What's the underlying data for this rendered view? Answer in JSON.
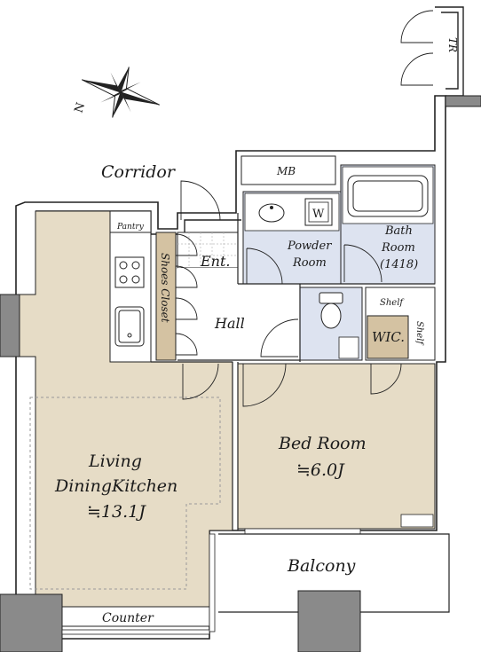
{
  "plan": {
    "compass": {
      "north_label": "N"
    },
    "rooms": {
      "corridor": "Corridor",
      "mb": "MB",
      "tr": "TR",
      "pantry": "Pantry",
      "shoes_closet": "Shoes Closet",
      "entrance": "Ent.",
      "washer": "W",
      "powder_room_line1": "Powder",
      "powder_room_line2": "Room",
      "bath_room_line1": "Bath",
      "bath_room_line2": "Room",
      "bath_room_line3": "(1418)",
      "hall": "Hall",
      "shelf_top": "Shelf",
      "shelf_side": "Shelf",
      "wic": "WIC.",
      "bedroom_name": "Bed Room",
      "bedroom_size": "≒6.0J",
      "ldk_line1": "Living",
      "ldk_line2": "DiningKitchen",
      "ldk_size": "≒13.1J",
      "balcony": "Balcony",
      "counter": "Counter"
    },
    "colors": {
      "wall": "#ffffff",
      "outline": "#222222",
      "ldk_floor": "#e6dcc6",
      "bedroom_floor": "#e6dcc6",
      "wet_area": "#dde3f0",
      "wic_floor": "#d4c2a2",
      "column": "#8a8a8a",
      "shoes_closet": "#d4c2a2"
    }
  }
}
